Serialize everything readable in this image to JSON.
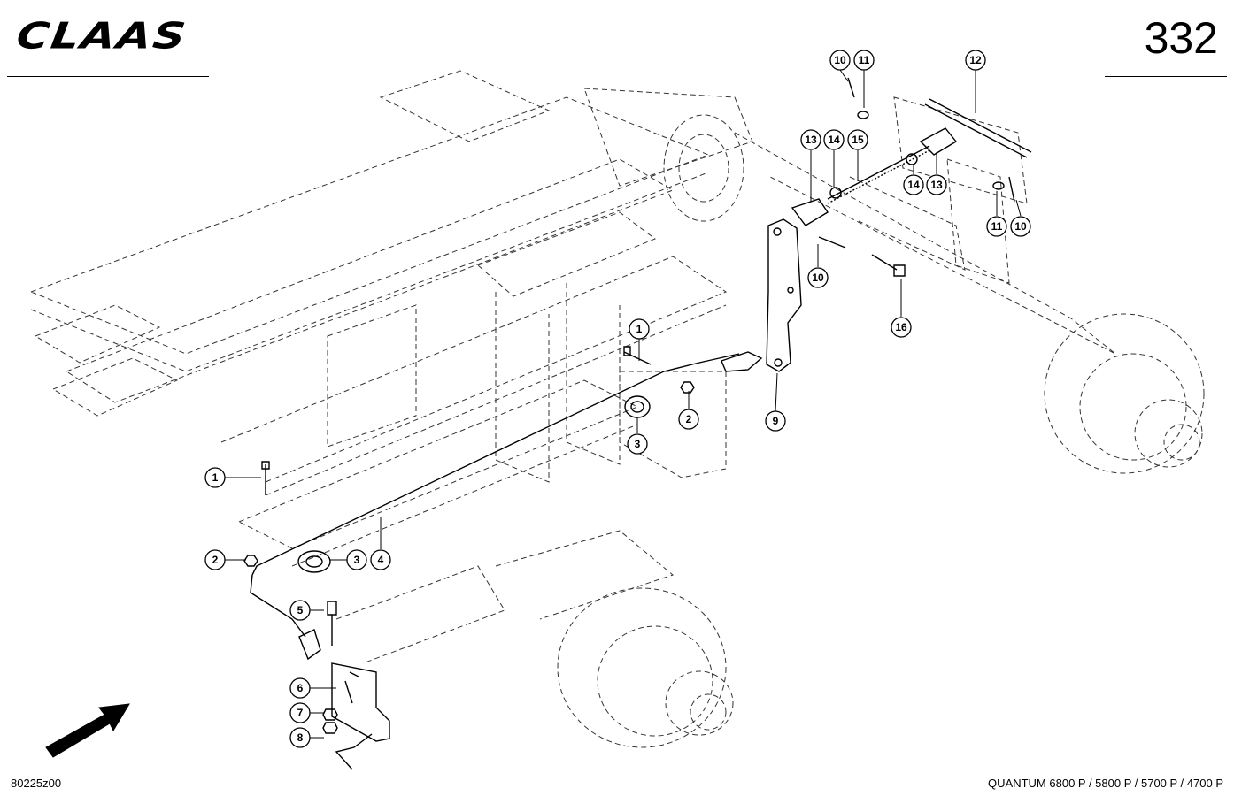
{
  "header": {
    "brand": "CLAAS",
    "page_number": "332"
  },
  "footer": {
    "drawing_ref": "80225z00",
    "models": "QUANTUM 6800 P / 5800 P / 5700 P / 4700 P"
  },
  "callouts": [
    {
      "id": "c1a",
      "label": "1"
    },
    {
      "id": "c1b",
      "label": "1"
    },
    {
      "id": "c2a",
      "label": "2"
    },
    {
      "id": "c2b",
      "label": "2"
    },
    {
      "id": "c3a",
      "label": "3"
    },
    {
      "id": "c3b",
      "label": "3"
    },
    {
      "id": "c4",
      "label": "4"
    },
    {
      "id": "c5",
      "label": "5"
    },
    {
      "id": "c6",
      "label": "6"
    },
    {
      "id": "c7",
      "label": "7"
    },
    {
      "id": "c8",
      "label": "8"
    },
    {
      "id": "c9",
      "label": "9"
    },
    {
      "id": "c10a",
      "label": "10"
    },
    {
      "id": "c10b",
      "label": "10"
    },
    {
      "id": "c10c",
      "label": "10"
    },
    {
      "id": "c11a",
      "label": "11"
    },
    {
      "id": "c11b",
      "label": "11"
    },
    {
      "id": "c12",
      "label": "12"
    },
    {
      "id": "c13a",
      "label": "13"
    },
    {
      "id": "c13b",
      "label": "13"
    },
    {
      "id": "c14a",
      "label": "14"
    },
    {
      "id": "c14b",
      "label": "14"
    },
    {
      "id": "c15",
      "label": "15"
    },
    {
      "id": "c16",
      "label": "16"
    }
  ]
}
